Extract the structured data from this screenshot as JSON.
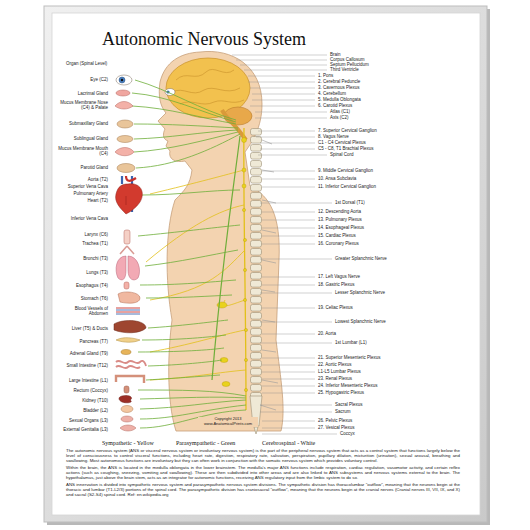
{
  "diagram": {
    "title": "Autonomic Nervous System",
    "labels": [
      "Organ (Spinal Level)",
      "Eye (C2)",
      "Lacrimal Gland",
      "Mucus Membrane Nose (C4) & Palate",
      "Submaxillary Gland",
      "Sublingual Gland",
      "Mucus Membrane Mouth (C4)",
      "Parotid Gland",
      "Aorta (T2)",
      "Superior Vena Cava",
      "Pulmonary Artery",
      "Heart (T2)",
      "Inferior Vena Cava",
      "Larynx (C6)",
      "Trachea (T1)",
      "Bronchi (T3)",
      "Lungs (T3)",
      "Esophagus (T4)",
      "Stomach (T6)",
      "Blood Vessels of Abdomen",
      "Liver (T5) & Ducts",
      "Pancreas (T7)",
      "Adrenal Gland (T9)",
      "Small Intestine (T12)",
      "Large Intestine (L1)",
      "Rectum (Coccyx)",
      "Kidney (T10)",
      "Bladder (L2)",
      "Sexual Organs (L3)",
      "External Genitalia (L3)",
      "Brain",
      "Corpus Callosum",
      "Septum Pellucidum",
      "Third Ventricle",
      "1. Pons",
      "2. Cerebral Peduncle",
      "3. Cavernous Plexus",
      "4. Cerebellum",
      "5. Medulla Oblongata",
      "6. Carotid Plexus",
      "Atlas (C1)",
      "Axis (C2)",
      "7. Superior Cervical Ganglion",
      "8. Vagus Nerve",
      "C1 - C4 Cervical Plexus",
      "C5 - C8, T1 Brachial Plexus",
      "Spinal Cord",
      "9. Middle Cervical Ganglion",
      "10. Ansa Subclavia",
      "11. Inferior Cervical Ganglion",
      "1st Dorsal (T1)",
      "12. Descending Aorta",
      "13. Pulmonary Plexus",
      "14. Esophageal Plexus",
      "15. Cardiac Plexus",
      "16. Coronary Plexus",
      "Greater Splanchnic Nerve",
      "17. Left Vagus Nerve",
      "18. Gastric Plexus",
      "Lesser Splanchnic Nerve",
      "19. Celiac Plexus",
      "Lowest Splanchnic Nerve",
      "20. Aorta",
      "1st Lumbar (L1)",
      "21. Superior Mesenteric Plexus",
      "22. Aortic Plexus",
      "L1-L5 Lumbar Plexus",
      "23. Renal Plexus",
      "24. Inferior Mesenteric Plexus",
      "25. Hypogastric Plexus",
      "Sacral Plexus",
      "Sacrum",
      "26. Pelvic Plexus",
      "27. Vesical Plexus",
      "Coccyx",
      "Copyright 2013 www.AnatomicalPrints.com",
      "Sympathetic - Yellow",
      "Parasympathetic - Green",
      "Cerebrospinal - White",
      "The autonomic nervous system (ANS or visceral nervous system or involuntary nervous system) is the part of the peripheral nervous system that acts as a control system that functions largely below the level of consciousness to control visceral functions, including heart rate, digestion, respiratory rate, salivation, perspiration, pupillary dilation, micturition (urination), sexual arousal, breathing and swallowing. Most autonomous functions are involuntary but they can often work in conjunction with the somatic nervous system which provides voluntary control.",
      "Within the brain, the ANS is located in the medulla oblongata in the lower brainstem. The medulla's major ANS functions include respiration, cardiac regulation, vasomotor activity, and certain reflex actions (such as coughing, sneezing, vomiting and swallowing). These are then subdivided into other areas and are also linked to ANS subsystems and nervous systems external to the brain. The hypothalamus, just above the brain stem, acts as an integrator for autonomic functions, receiving ANS regulatory input from the limbic system to do so.",
      "ANS innervation is divided into sympathetic nervous system and parasympathetic nervous system divisions. The sympathetic division has thoracolumbar \"outflow\", meaning that the neurons begin at the thoracic and lumbar (T1-L2/3) portions of the spinal cord. The parasympathetic division has craniosacral \"outflow\", meaning that the neurons begin at the cranial nerves (Cranial nerves III, VII, IX, and X) and sacral (S2-S4) spinal cord. Ref: en.wikipedia.org"
    ]
  }
}
